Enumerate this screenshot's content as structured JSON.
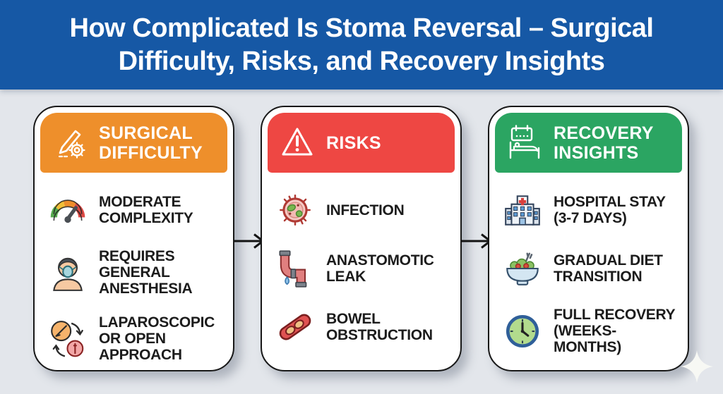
{
  "banner": {
    "title_line1": "How Complicated Is Stoma Reversal – Surgical",
    "title_line2": "Difficulty, Risks, and Recovery Insights",
    "bg_color": "#1658A5",
    "text_color": "#FFFFFF"
  },
  "cards": [
    {
      "id": "surgical-difficulty",
      "title": "SURGICAL DIFFICULTY",
      "header_color": "#EE8F2B",
      "header_icon": "scalpel-gear-icon",
      "items": [
        {
          "icon": "gauge-icon",
          "label": "MODERATE COMPLEXITY"
        },
        {
          "icon": "anesthesia-mask-icon",
          "label": "REQUIRES GENERAL ANESTHESIA"
        },
        {
          "icon": "approach-cycle-icon",
          "label": "LAPAROSCOPIC OR OPEN APPROACH"
        }
      ]
    },
    {
      "id": "risks",
      "title": "RISKS",
      "header_color": "#EE4743",
      "header_icon": "warning-triangle-icon",
      "items": [
        {
          "icon": "germ-icon",
          "label": "INFECTION"
        },
        {
          "icon": "pipe-leak-icon",
          "label": "ANASTOMOTIC LEAK"
        },
        {
          "icon": "bowel-obstruction-icon",
          "label": "BOWEL OBSTRUCTION"
        }
      ]
    },
    {
      "id": "recovery-insights",
      "title": "RECOVERY INSIGHTS",
      "header_color": "#2BA562",
      "header_icon": "calendar-bed-icon",
      "items": [
        {
          "icon": "hospital-icon",
          "label": "HOSPITAL STAY (3-7 DAYS)"
        },
        {
          "icon": "salad-icon",
          "label": "GRADUAL DIET TRANSITION"
        },
        {
          "icon": "clock-icon",
          "label": "FULL RECOVERY (WEEKS-MONTHS)"
        }
      ]
    }
  ],
  "colors": {
    "background": "#E3E6EB",
    "card_border": "#181818",
    "item_text": "#1C1C1C",
    "arrow": "#141414"
  }
}
